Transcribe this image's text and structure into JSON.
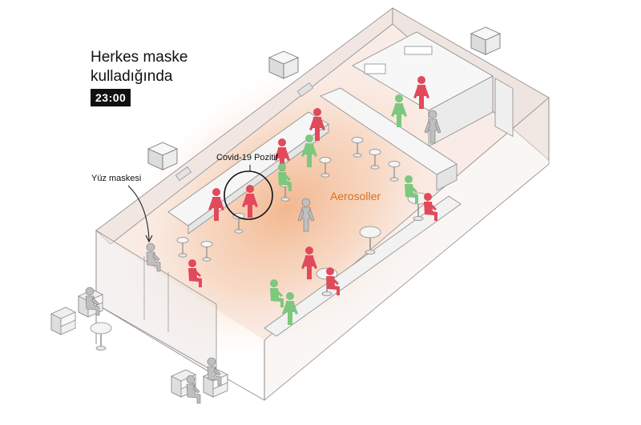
{
  "title": "Herkes maske kulladığında",
  "time": "23:00",
  "labels": {
    "positive": "Covid-19 Pozitif",
    "mask": "Yüz maskesi",
    "aerosol": "Aerosoller"
  },
  "colors": {
    "infected": "#e14a5a",
    "safe": "#7dc77f",
    "neutral": "#bfbfbf",
    "aerosol_text": "#d6701f",
    "aerosol_glow": "#f2b48a"
  },
  "icons": [
    "ceiling-vent-icon",
    "person-icon",
    "bar-stool-icon",
    "table-icon",
    "armchair-icon",
    "sink-icon"
  ],
  "people": [
    {
      "id": "p1",
      "status": "infected"
    },
    {
      "id": "p2",
      "status": "infected"
    },
    {
      "id": "p3",
      "status": "infected"
    },
    {
      "id": "p4",
      "status": "infected"
    },
    {
      "id": "p5",
      "status": "infected"
    },
    {
      "id": "p6",
      "status": "infected"
    },
    {
      "id": "p7",
      "status": "infected"
    },
    {
      "id": "p8",
      "status": "infected"
    },
    {
      "id": "p9",
      "status": "infected"
    },
    {
      "id": "p10",
      "status": "safe"
    },
    {
      "id": "p11",
      "status": "safe"
    },
    {
      "id": "p12",
      "status": "safe"
    },
    {
      "id": "p13",
      "status": "safe"
    },
    {
      "id": "p14",
      "status": "safe"
    },
    {
      "id": "p15",
      "status": "safe"
    },
    {
      "id": "p16",
      "status": "neutral"
    },
    {
      "id": "p17",
      "status": "neutral"
    },
    {
      "id": "p18",
      "status": "neutral"
    },
    {
      "id": "p19",
      "status": "neutral"
    },
    {
      "id": "p20",
      "status": "neutral"
    },
    {
      "id": "p21",
      "status": "neutral"
    }
  ]
}
